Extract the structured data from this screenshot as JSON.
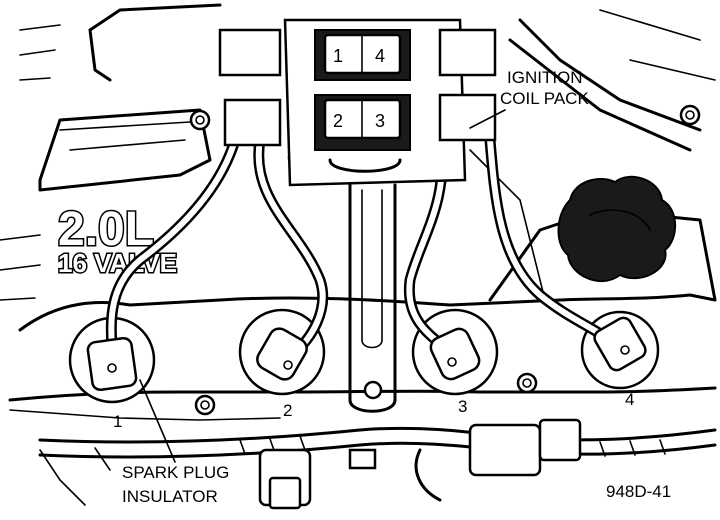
{
  "figure": {
    "engine_badge_main": "2.0L",
    "engine_badge_sub": "16 VALVE",
    "figure_id": "948D-41"
  },
  "coil_pack": {
    "label_line1": "IGNITION",
    "label_line2": "COIL PACK",
    "towers": [
      "1",
      "4",
      "2",
      "3"
    ]
  },
  "spark_plugs": {
    "numbers": [
      "1",
      "2",
      "3",
      "4"
    ],
    "insulator_label_line1": "SPARK PLUG",
    "insulator_label_line2": "INSULATOR"
  }
}
